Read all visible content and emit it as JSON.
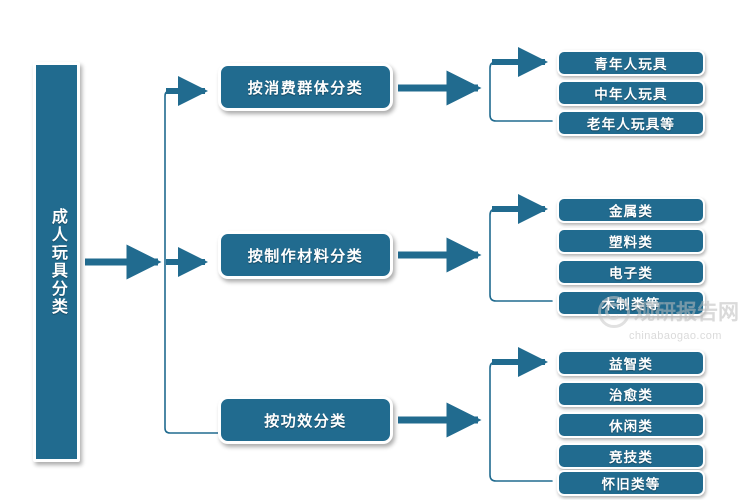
{
  "diagram": {
    "type": "tree-hierarchy",
    "orientation": "left-to-right",
    "colors": {
      "node_fill": "#216b8f",
      "node_border": "#ffffff",
      "node_text": "#ffffff",
      "connector": "#216b8f",
      "background": "#ffffff",
      "watermark": "#bdbdbd"
    },
    "root": {
      "label": "成人玩具分类"
    },
    "branches": [
      {
        "label": "按消费群体分类",
        "leaves": [
          {
            "label": "青年人玩具"
          },
          {
            "label": "中年人玩具"
          },
          {
            "label": "老年人玩具等"
          }
        ]
      },
      {
        "label": "按制作材料分类",
        "leaves": [
          {
            "label": "金属类"
          },
          {
            "label": "塑料类"
          },
          {
            "label": "电子类"
          },
          {
            "label": "木制类等"
          }
        ]
      },
      {
        "label": "按功效分类",
        "leaves": [
          {
            "label": "益智类"
          },
          {
            "label": "治愈类"
          },
          {
            "label": "休闲类"
          },
          {
            "label": "竞技类"
          },
          {
            "label": "怀旧类等"
          }
        ]
      }
    ]
  },
  "watermark": {
    "brand": "观研报告网",
    "url": "chinabaogao.com",
    "logo_icon": "circular-swirl-logo-icon"
  }
}
